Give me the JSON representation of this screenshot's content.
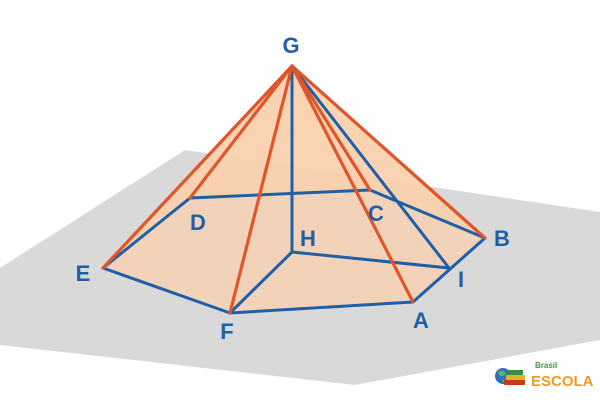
{
  "figure": {
    "vertices": {
      "G": "G",
      "D": "D",
      "C": "C",
      "H": "H",
      "B": "B",
      "E": "E",
      "I": "I",
      "F": "F",
      "A": "A"
    }
  },
  "logo": {
    "top_text": "Brasil",
    "main_text": "ESCOLA"
  },
  "colors": {
    "plane": "#d9d9d9",
    "base_fill": "#f9d8bb",
    "lateral_edges": "#e0552a",
    "base_edges": "#1f5fa8",
    "labels": "#1f5fa8"
  }
}
